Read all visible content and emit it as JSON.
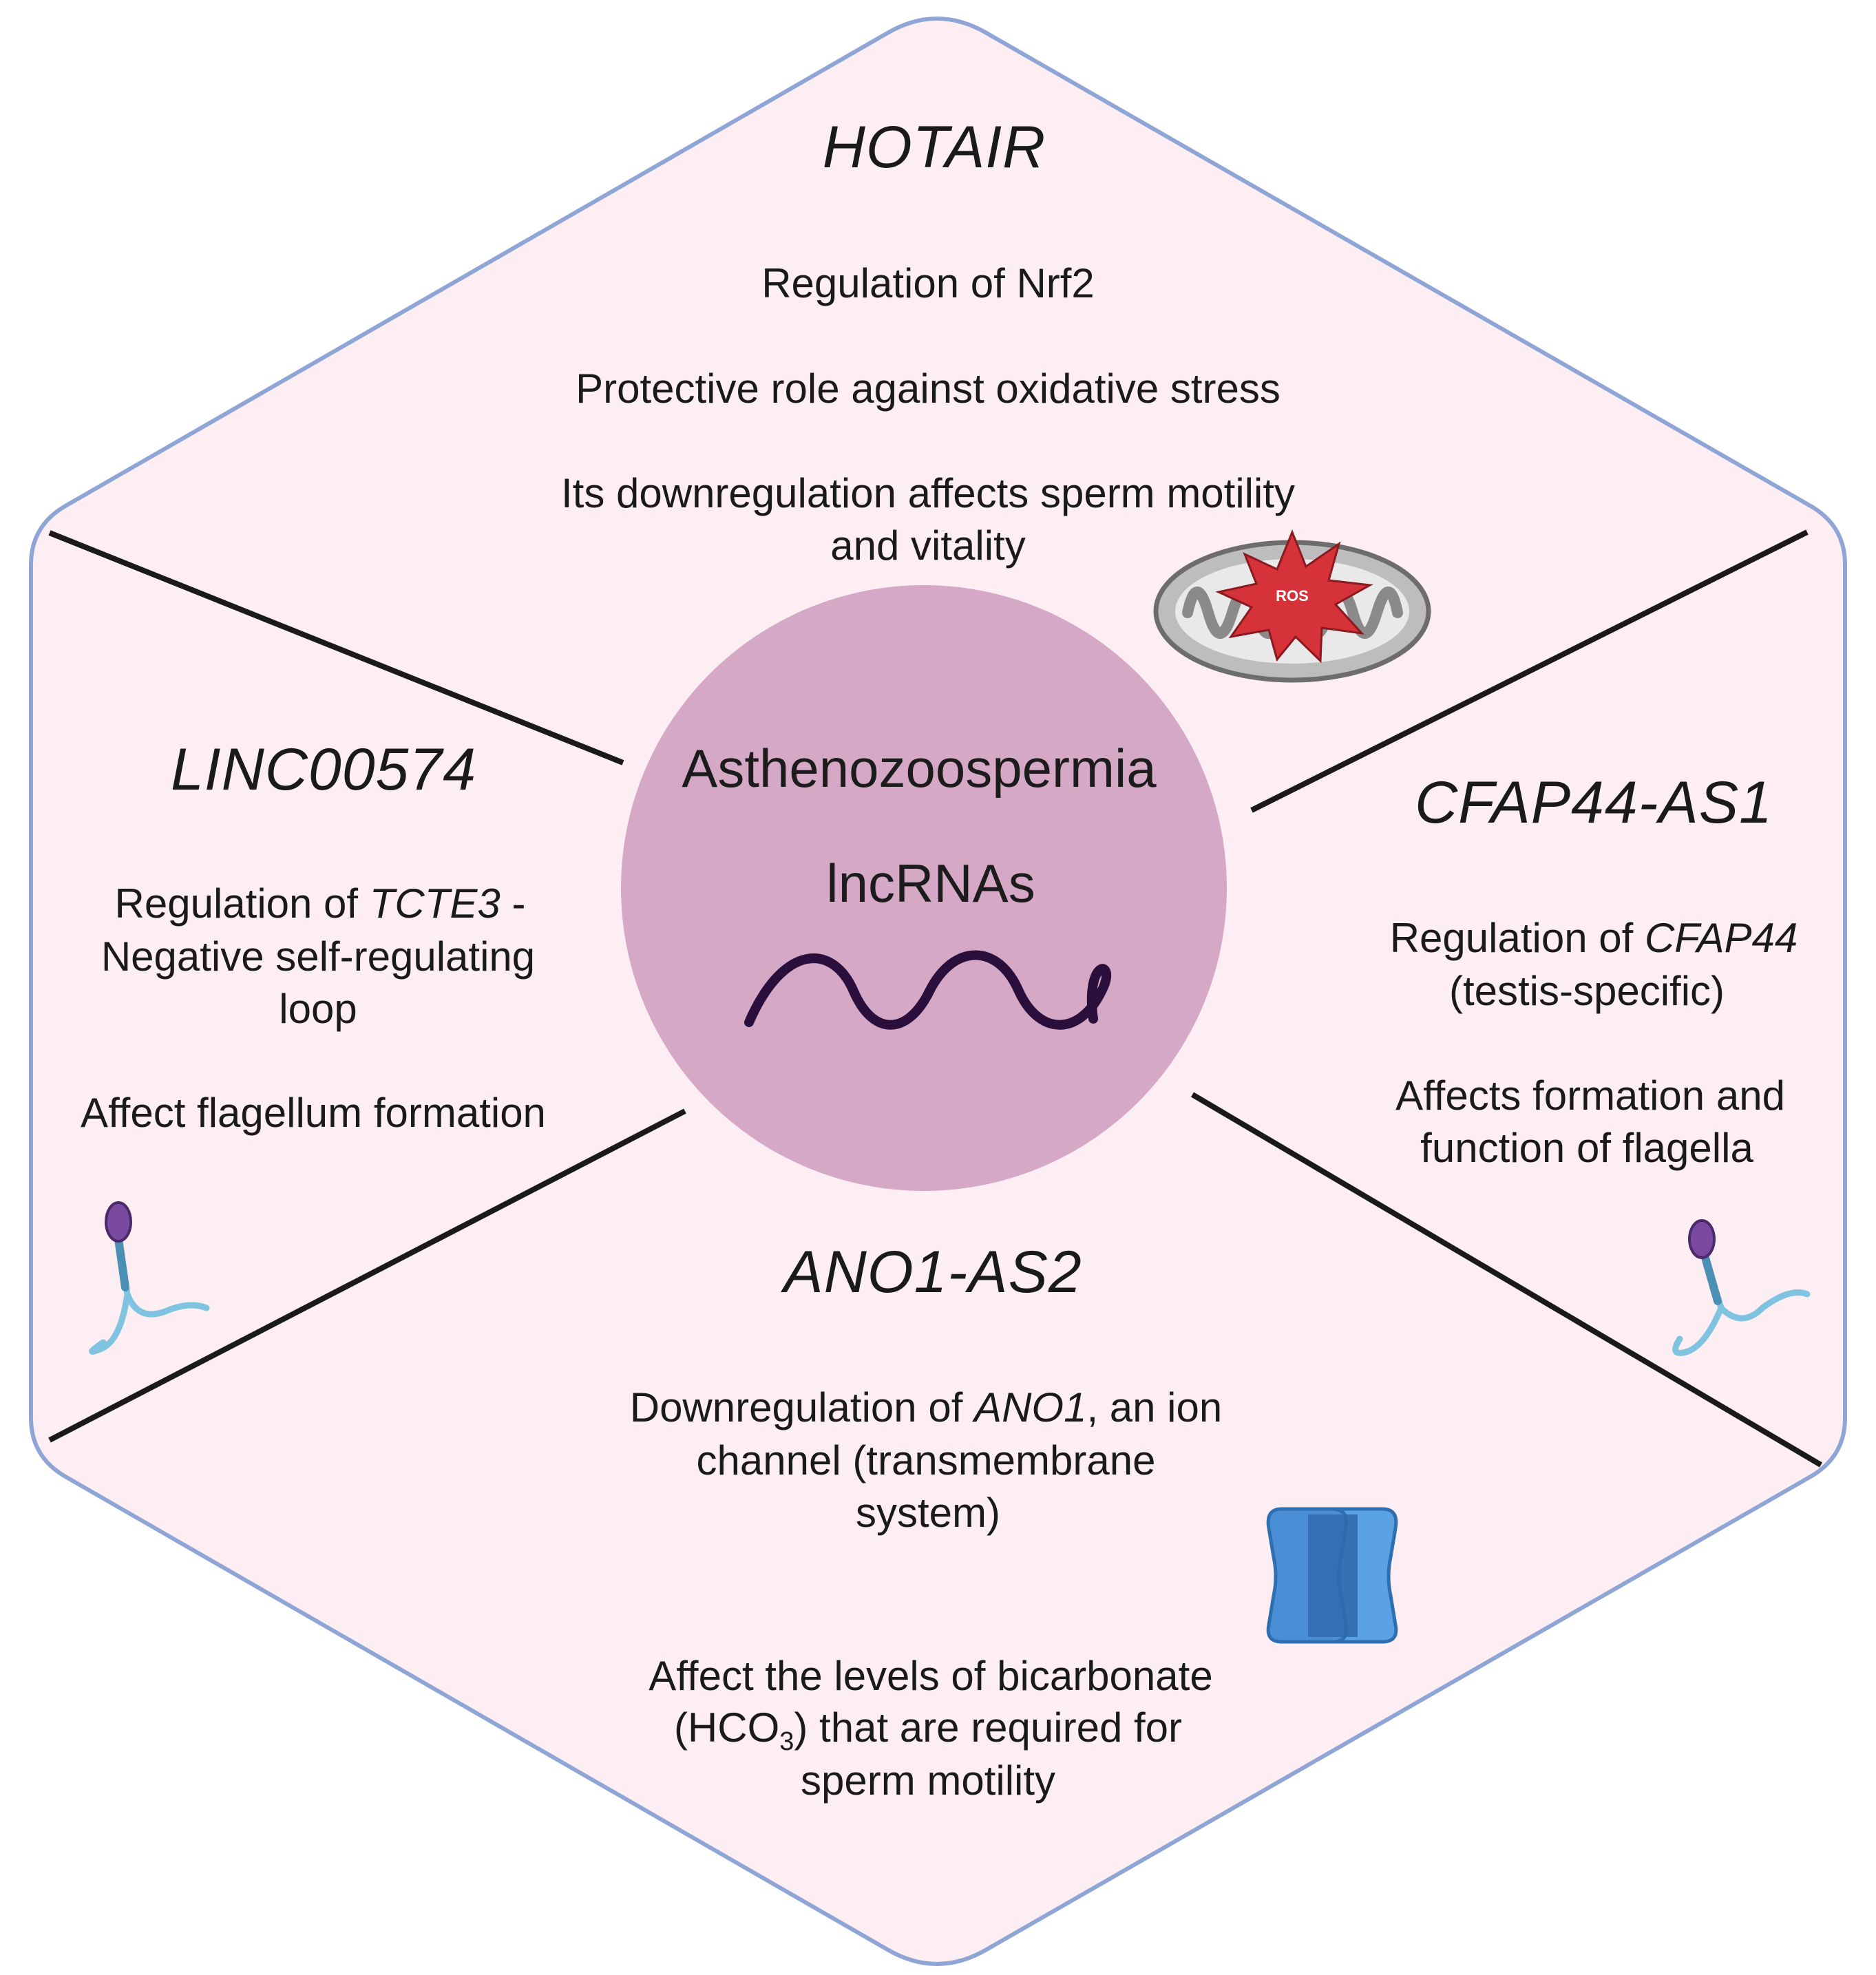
{
  "center": {
    "line1": "Asthenozoospermia",
    "line2": "lncRNAs"
  },
  "sections": {
    "top": {
      "gene": "HOTAIR",
      "p1": "Regulation of Nrf2",
      "p2": "Protective role against oxidative stress",
      "p3_line1": "Its downregulation affects sperm motility",
      "p3_line2": "and vitality"
    },
    "left": {
      "gene": "LINC00574",
      "p1_line1_a": "Regulation of ",
      "p1_line1_gene": "TCTE3",
      "p1_line1_b": " -",
      "p1_line2": "Negative self-regulating",
      "p1_line3": "loop",
      "p2": "Affect flagellum formation"
    },
    "right": {
      "gene": "CFAP44-AS1",
      "p1_line1_a": "Regulation of ",
      "p1_line1_gene": "CFAP44",
      "p1_line2": "(testis-specific)",
      "p2_line1": "Affects formation and",
      "p2_line2": "function of flagella"
    },
    "bottom": {
      "gene": "ANO1-AS2",
      "p1_line1_a": "Downregulation of ",
      "p1_line1_gene": "ANO1",
      "p1_line1_b": ", an ion",
      "p1_line2": "channel (transmembrane",
      "p1_line3": "system)",
      "p2_line1": "Affect the levels of bicarbonate",
      "p2_line2_a": "(HCO",
      "p2_line2_sub": "3",
      "p2_line2_b": ") that are required for",
      "p2_line3": "sperm motility"
    }
  },
  "icons": {
    "ros_label": "ROS",
    "mitochondrion": "mitochondrion-icon",
    "sperm": "sperm-icon",
    "ion_channel": "ion-channel-icon",
    "rna": "rna-strand-icon"
  },
  "colors": {
    "hexagon_fill": "#fdeef3",
    "hexagon_stroke": "#8fa5d6",
    "circle_fill": "#d5a8c6",
    "rna_stroke": "#2a0f3d",
    "ros_red": "#d6323a",
    "channel_blue": "#4a8fd6"
  }
}
